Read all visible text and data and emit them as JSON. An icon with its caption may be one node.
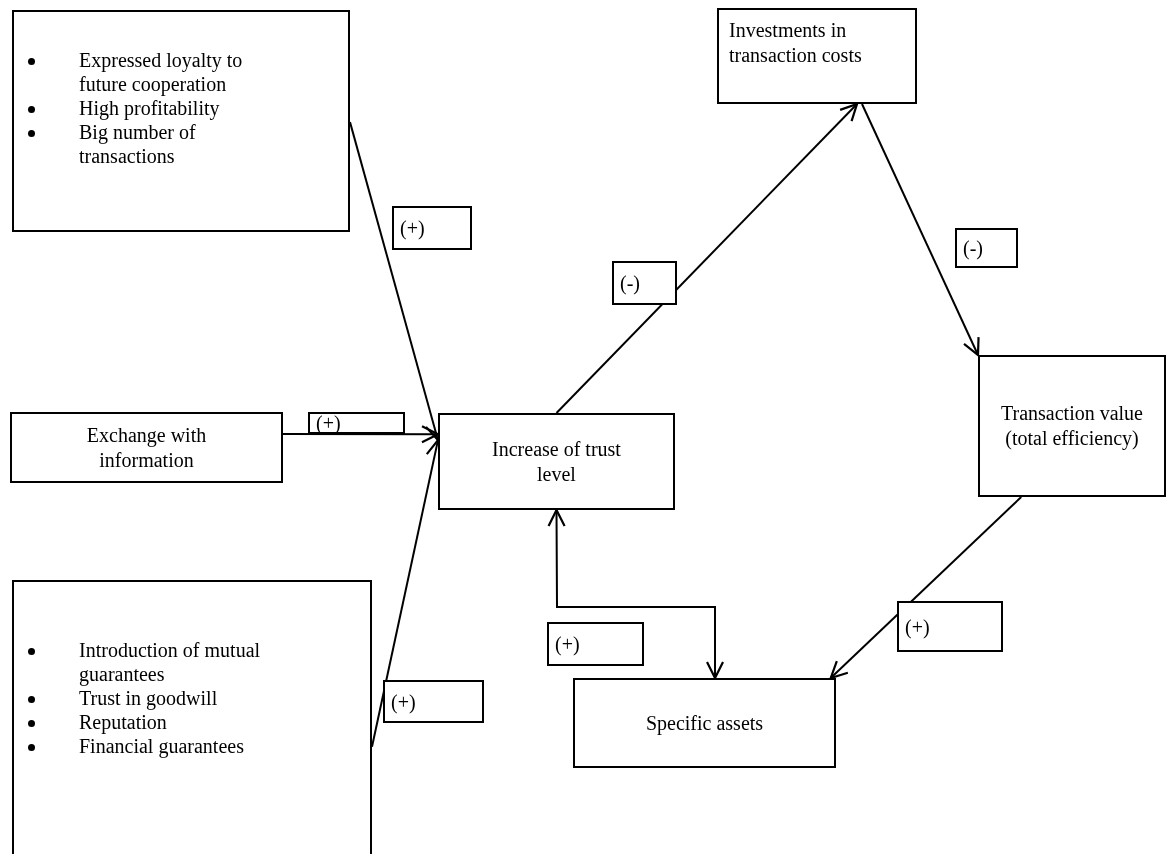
{
  "diagram": {
    "nodes": [
      {
        "text": [
          "Expressed loyalty to future cooperation",
          "High profitability",
          "Big number of transactions"
        ]
      },
      {
        "text": [
          "Exchange with information"
        ]
      },
      {
        "text": [
          "Introduction of mutual guarantees",
          "Trust in goodwill",
          "Reputation",
          "Financial guarantees"
        ]
      },
      {
        "text": [
          "Increase of trust level"
        ]
      },
      {
        "text": [
          "Investments in transaction costs"
        ]
      },
      {
        "text": [
          "Transaction value (total efficiency)"
        ]
      },
      {
        "text": [
          "Specific assets"
        ]
      }
    ],
    "edges": [
      {
        "from": 0,
        "to": 3,
        "arrow": "to",
        "label": "(+)"
      },
      {
        "from": 1,
        "to": 3,
        "arrow": "to",
        "label": "(+)"
      },
      {
        "from": 2,
        "to": 3,
        "arrow": "to",
        "label": "(+)"
      },
      {
        "from": 3,
        "to": 4,
        "arrow": "to",
        "label": "(-)"
      },
      {
        "from": 4,
        "to": 5,
        "arrow": "to",
        "label": "(-)"
      },
      {
        "from": 5,
        "to": 6,
        "arrow": "to",
        "label": "(+)"
      },
      {
        "from": 3,
        "to": 6,
        "arrow": "both",
        "label": "(+)"
      }
    ]
  }
}
